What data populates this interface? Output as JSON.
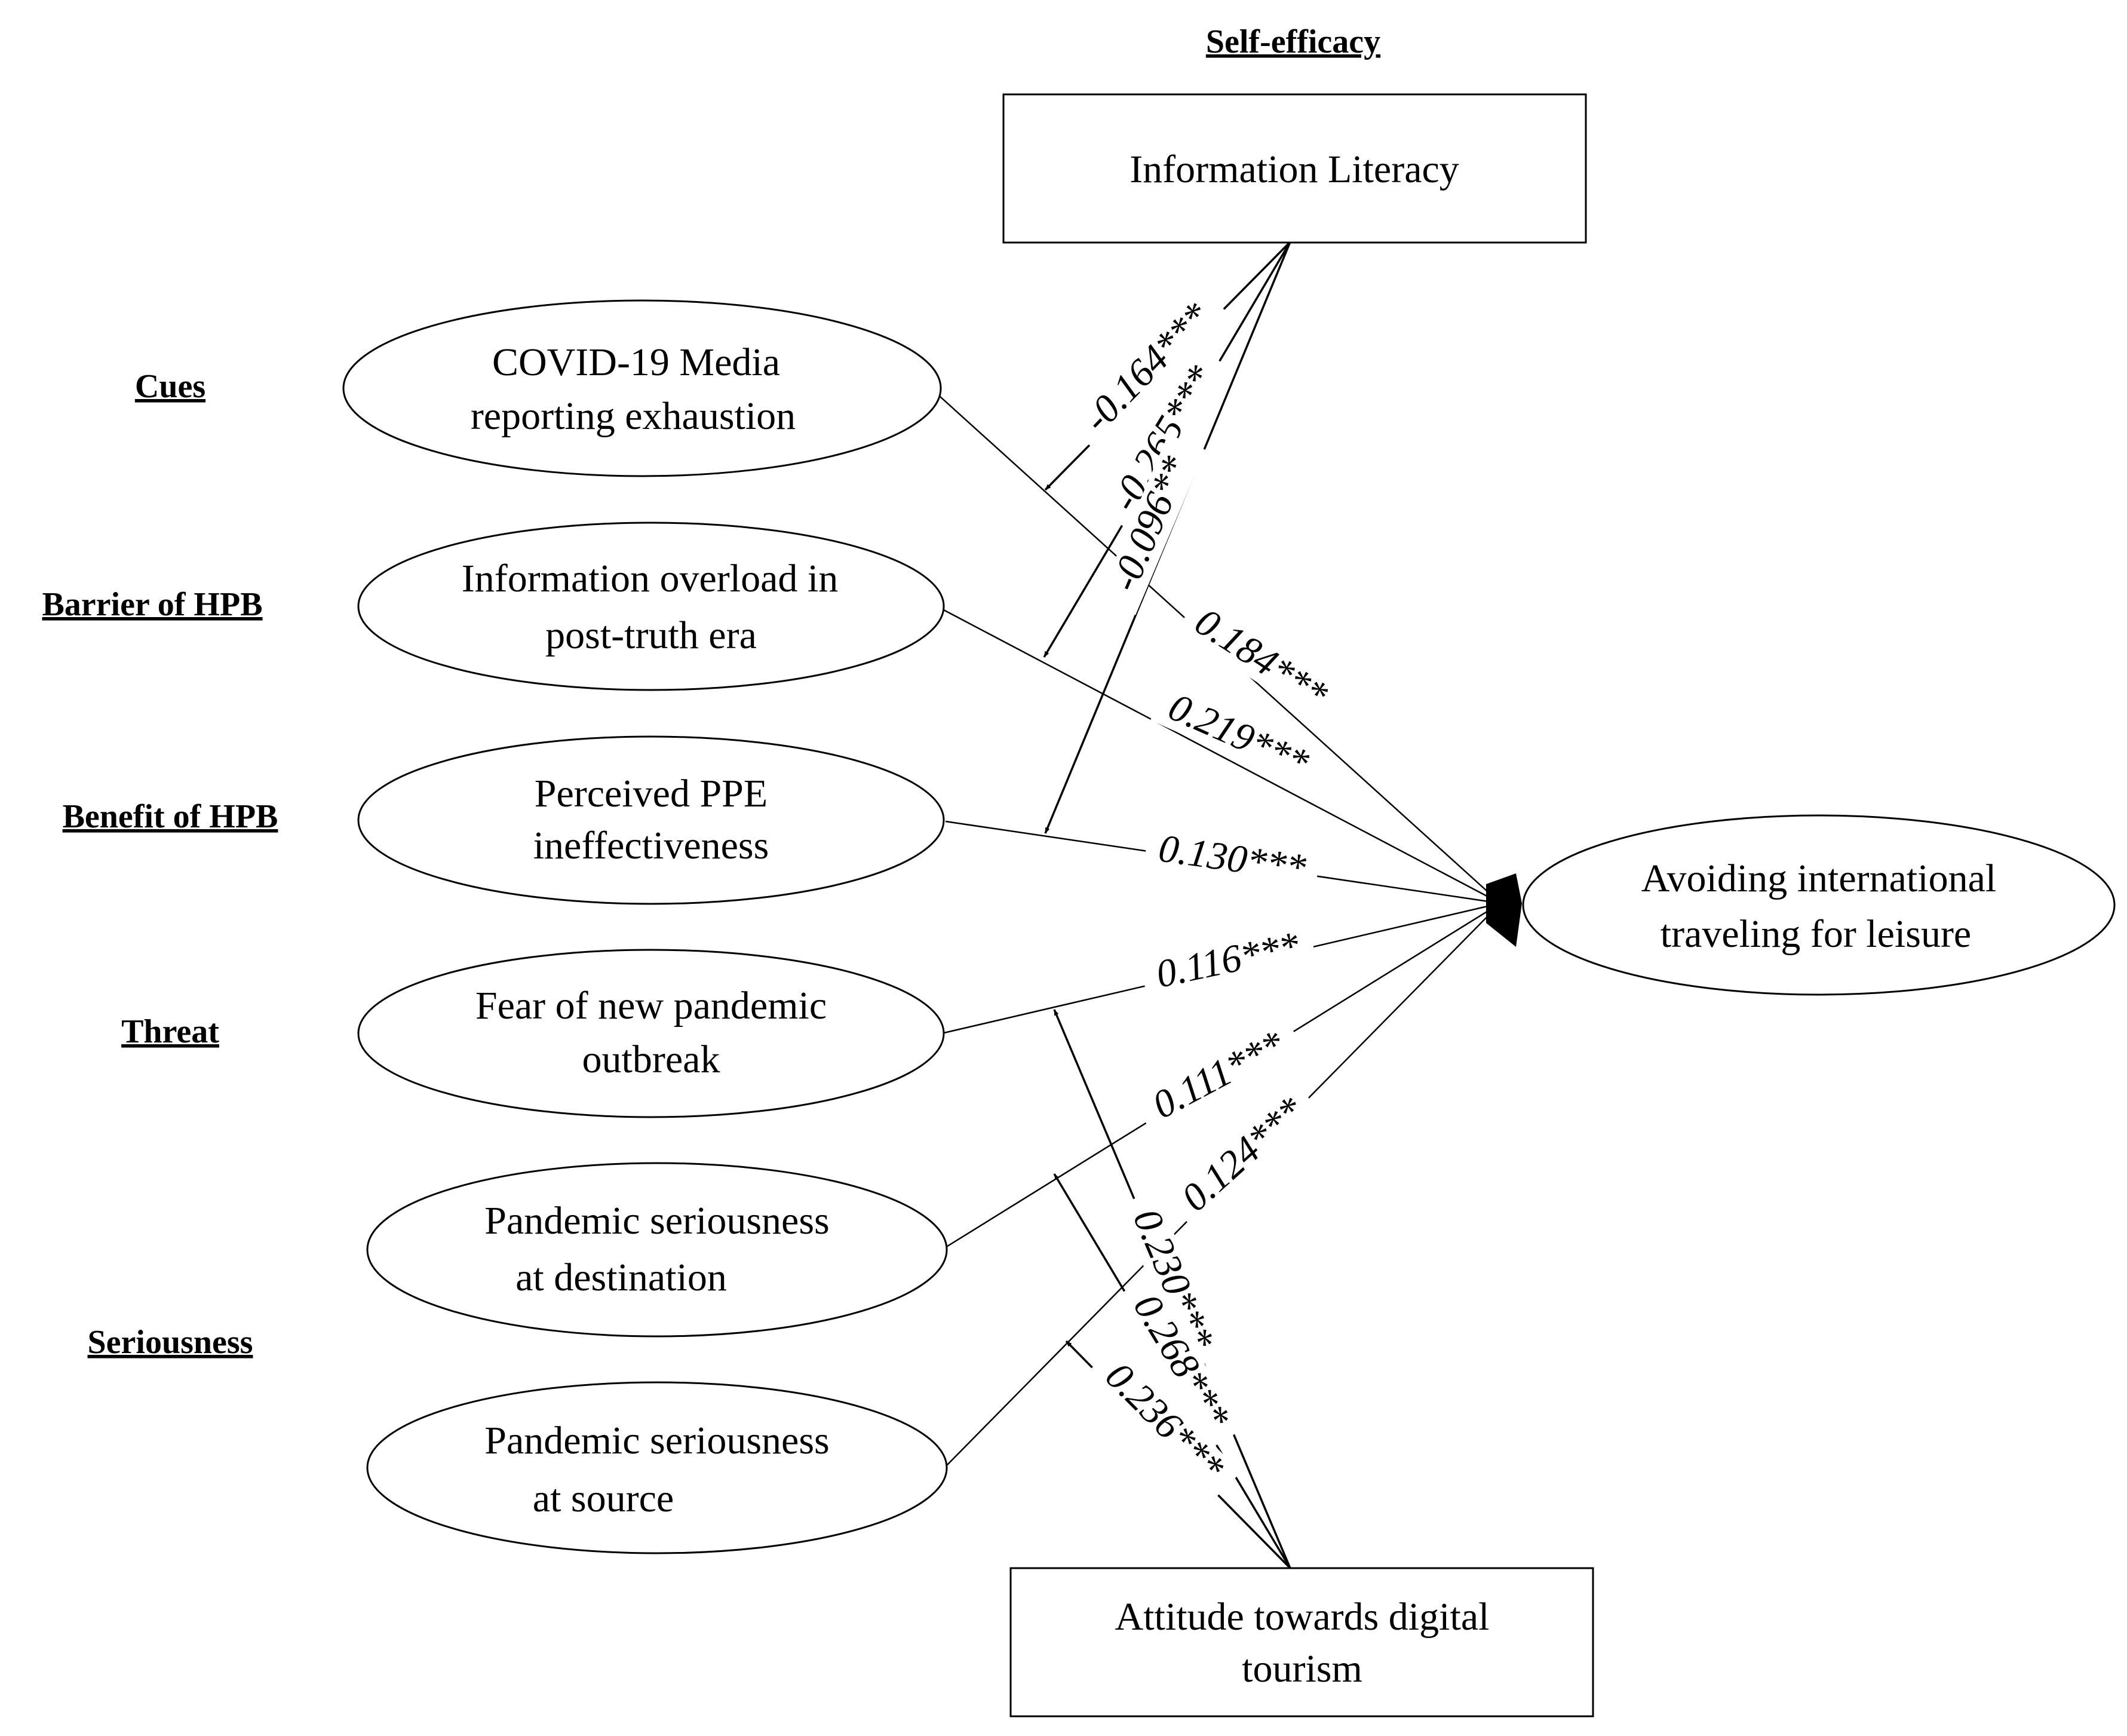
{
  "categories": {
    "self_efficacy": "Self-efficacy",
    "cues": "Cues",
    "barrier": "Barrier of HPB",
    "benefit": "Benefit of HPB",
    "threat": "Threat",
    "seriousness": "Seriousness"
  },
  "nodes": {
    "info_literacy": "Information Literacy",
    "media_line1": "COVID-19 Media",
    "media_line2": "reporting exhaustion",
    "overload_line1": "Information overload in",
    "overload_line2": "post-truth era",
    "ppe_line1": "Perceived PPE",
    "ppe_line2": "ineffectiveness",
    "fear_line1": "Fear of new pandemic",
    "fear_line2": "outbreak",
    "dest_line1": "Pandemic seriousness",
    "dest_line2": "at destination",
    "source_line1": "Pandemic seriousness",
    "source_line2": "at source",
    "outcome_line1": "Avoiding international",
    "outcome_line2": "traveling for leisure",
    "attitude_line1": "Attitude towards digital",
    "attitude_line2": "tourism"
  },
  "paths": {
    "media": "0.184***",
    "overload": "0.219***",
    "ppe": "0.130***",
    "fear": "0.116***",
    "dest": "0.111***",
    "source": "0.124***"
  },
  "moderation": {
    "il_media": "-0.164***",
    "il_overload": "-0.265***",
    "il_ppe": "-0.096**",
    "att_fear": "0.230***",
    "att_dest": "0.268***",
    "att_source": "0.236***"
  },
  "colors": {
    "stroke": "#000000",
    "background": "#ffffff"
  }
}
